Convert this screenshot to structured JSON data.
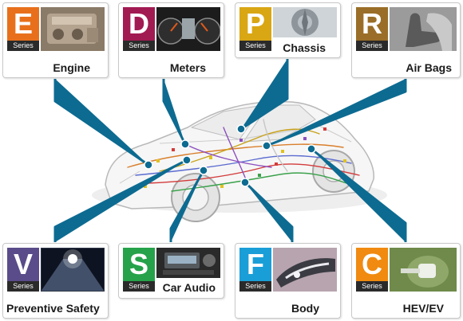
{
  "series_word": "Series",
  "colors": {
    "line": "#0d6b91",
    "E": "#e8701c",
    "D": "#a21a52",
    "P": "#d9a614",
    "R": "#9a6e28",
    "V": "#5a4c8a",
    "S": "#25a24a",
    "F": "#1a9ed8",
    "C": "#f08a10"
  },
  "cards": {
    "engine": {
      "letter": "E",
      "label": "Engine",
      "image": "engine-photo"
    },
    "meters": {
      "letter": "D",
      "label": "Meters",
      "image": "meters-photo"
    },
    "chassis": {
      "letter": "P",
      "label": "Chassis",
      "image": "chassis-photo"
    },
    "airbags": {
      "letter": "R",
      "label": "Air Bags",
      "image": "seat-photo"
    },
    "vsafety": {
      "letter": "V",
      "label": "Preventive Safety",
      "image": "night-road-photo"
    },
    "caraudio": {
      "letter": "S",
      "label": "Car Audio",
      "image": "car-audio-photo"
    },
    "body": {
      "letter": "F",
      "label": "Body",
      "image": "headlight-photo"
    },
    "hevev": {
      "letter": "C",
      "label": "HEV/EV",
      "image": "charging-plug-photo"
    }
  }
}
